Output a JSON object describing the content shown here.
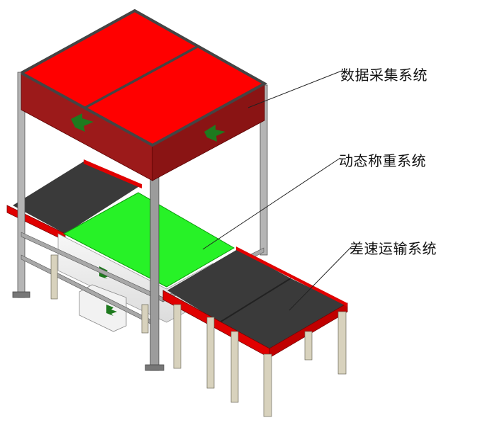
{
  "callouts": {
    "data_acquisition": "数据采集系统",
    "dynamic_weighing": "动态称重系统",
    "differential_conveyor": "差速运输系统"
  },
  "colors": {
    "canopy_red": "#ff0000",
    "canopy_dark_red": "#9c1a1a",
    "weighing_green": "#27f227",
    "belt_black": "#3a3a3a",
    "side_rail_red": "#e00000",
    "frame_gray": "#8c8c8c",
    "leg_beige": "#d8d2bd"
  },
  "icons": [
    "arrow-icon",
    "arrow-icon",
    "arrow-icon",
    "arrow-icon"
  ]
}
